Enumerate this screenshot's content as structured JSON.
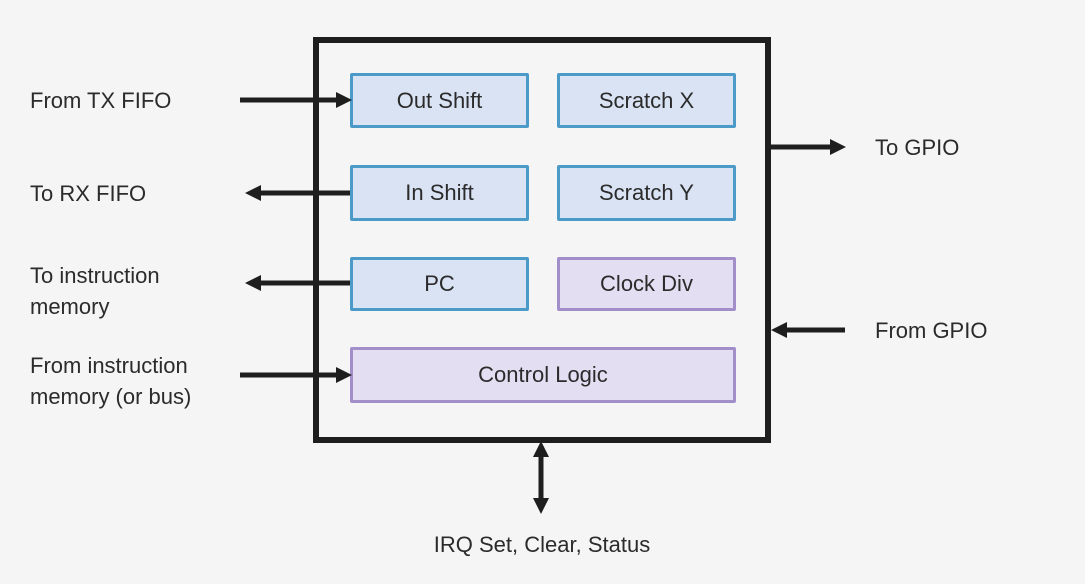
{
  "diagram": {
    "colors": {
      "background": "#f5f5f6",
      "outline": "#1e1e1e",
      "blue_block_fill": "#d9e3f3",
      "blue_block_border": "#4b9ac7",
      "purple_block_fill": "#e4def2",
      "purple_block_border": "#a28fc9",
      "text": "#2b2b2b",
      "arrow": "#1e1e1e"
    },
    "blocks": [
      {
        "id": "out-shift",
        "label": "Out Shift",
        "style": "blue"
      },
      {
        "id": "scratch-x",
        "label": "Scratch X",
        "style": "blue"
      },
      {
        "id": "in-shift",
        "label": "In Shift",
        "style": "blue"
      },
      {
        "id": "scratch-y",
        "label": "Scratch Y",
        "style": "blue"
      },
      {
        "id": "pc",
        "label": "PC",
        "style": "blue"
      },
      {
        "id": "clock-div",
        "label": "Clock Div",
        "style": "purple"
      },
      {
        "id": "control-logic",
        "label": "Control Logic",
        "style": "purple"
      }
    ],
    "io_labels": {
      "from_tx_fifo": "From TX FIFO",
      "to_rx_fifo": "To RX FIFO",
      "to_instruction_memory_line1": "To instruction",
      "to_instruction_memory_line2": "memory",
      "from_instruction_memory_line1": "From instruction",
      "from_instruction_memory_line2": "memory (or bus)",
      "to_gpio": "To GPIO",
      "from_gpio": "From GPIO",
      "irq": "IRQ Set, Clear, Status"
    },
    "arrows": [
      {
        "id": "from-tx-fifo",
        "direction": "right",
        "connects": "From TX FIFO -> Out Shift"
      },
      {
        "id": "to-rx-fifo",
        "direction": "left",
        "connects": "In Shift -> To RX FIFO"
      },
      {
        "id": "to-instruction-memory",
        "direction": "left",
        "connects": "PC -> To instruction memory"
      },
      {
        "id": "from-instruction-memory",
        "direction": "right",
        "connects": "From instruction memory (or bus) -> Control Logic"
      },
      {
        "id": "to-gpio",
        "direction": "right",
        "connects": "block -> To GPIO"
      },
      {
        "id": "from-gpio",
        "direction": "left",
        "connects": "From GPIO -> block"
      },
      {
        "id": "irq",
        "direction": "both",
        "connects": "block <-> IRQ Set, Clear, Status"
      }
    ]
  }
}
